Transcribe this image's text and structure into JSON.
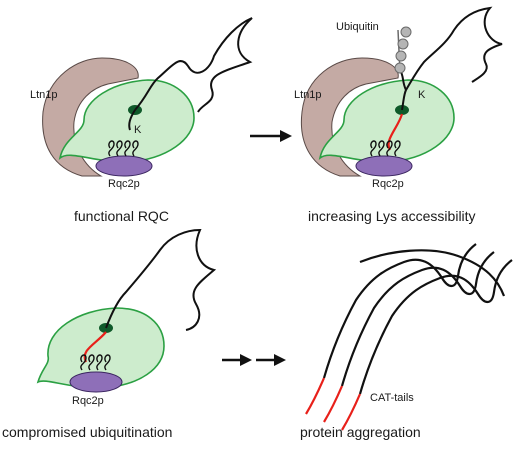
{
  "panels": {
    "functional": {
      "ltn1p_label": "Ltn1p",
      "k_label": "K",
      "rqc2p_label": "Rqc2p",
      "caption": "functional  RQC"
    },
    "accessibility": {
      "ubiquitin_label": "Ubiquitin",
      "ltn1p_label": "Ltn1p",
      "k_label": "K",
      "rqc2p_label": "Rqc2p",
      "caption": "increasing Lys accessibility"
    },
    "compromised": {
      "rqc2p_label": "Rqc2p",
      "caption": "compromised ubiquitination"
    },
    "aggregation": {
      "cat_tails_label": "CAT-tails",
      "caption": "protein aggregation"
    }
  },
  "colors": {
    "ltn1p": "#c4aaa4",
    "ribosome_fill": "#cdeccd",
    "ribosome_stroke": "#2ba043",
    "rqc2p": "#8e6fb8",
    "exit_tunnel": "#0f5a2a",
    "cat_tail": "#e8201a",
    "ubiquitin": "#b5b5b5",
    "chain": "#111111",
    "arrow": "#111111"
  },
  "icons": [
    "right-arrow-icon",
    "double-right-arrow-icon"
  ]
}
